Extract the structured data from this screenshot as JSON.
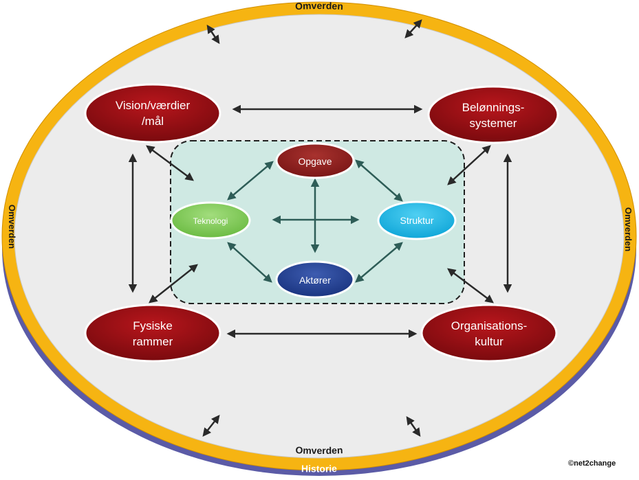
{
  "outer_ring": {
    "top": "Omverden",
    "left": "Omverden",
    "right": "Omverden",
    "bottom": "Omverden",
    "base": "Historie"
  },
  "corner_nodes": {
    "top_left": [
      "Vision/værdier",
      "/mål"
    ],
    "top_right": [
      "Belønnings-",
      "systemer"
    ],
    "bottom_left": [
      "Fysiske",
      "rammer"
    ],
    "bottom_right": [
      "Organisations-",
      "kultur"
    ]
  },
  "inner_nodes": {
    "top": "Opgave",
    "left": "Teknologi",
    "right": "Struktur",
    "bottom": "Aktører"
  },
  "copyright": "©net2change",
  "colors": {
    "ring_yellow": "#f6b412",
    "ring_purple": "#5b5ba6",
    "corner_red": "#8e0d12",
    "inner_panel": "#cfe9e3",
    "node_opgave": "#8a1c1c",
    "node_teknologi": "#7dc955",
    "node_struktur": "#17b3e3",
    "node_aktorer": "#1f3d8c",
    "arrow_dark": "#2a2a2a",
    "arrow_teal": "#2e5d57"
  }
}
